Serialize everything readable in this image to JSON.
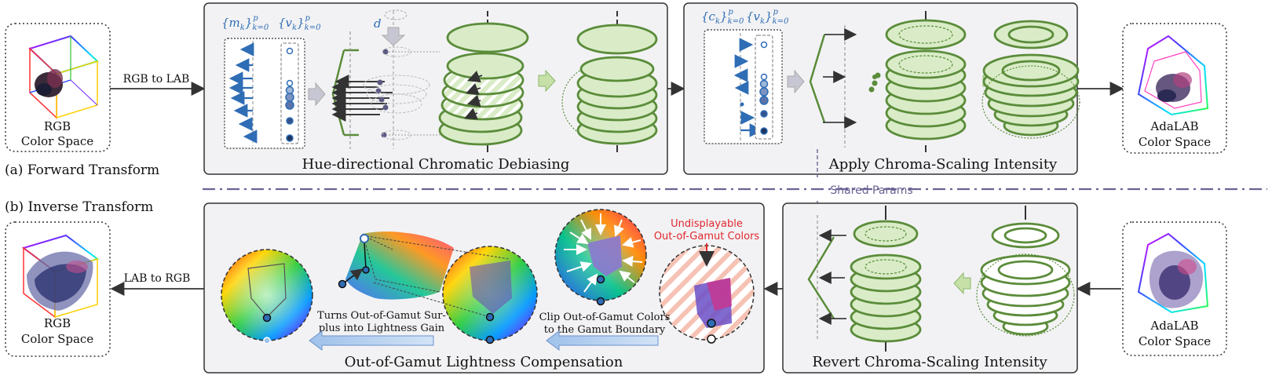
{
  "forward": {
    "section_label": "(a) Forward Transform",
    "input_space": [
      "RGB",
      "Color Space"
    ],
    "arrow_label": "RGB to LAB",
    "stage1_title": "Hue-directional Chromatic Debiasing",
    "stage1_params_m": "{m",
    "stage1_params_v": "{v",
    "stage1_d": "d",
    "stage2_title": "Apply Chroma-Scaling Intensity",
    "stage2_params_c": "{c",
    "stage2_params_v": "{v",
    "output_space": [
      "AdaLAB",
      "Color Space"
    ]
  },
  "shared_params": "Shared Params",
  "inverse": {
    "section_label": "(b) Inverse Transform",
    "input_space": [
      "AdaLAB",
      "Color Space"
    ],
    "stage1_title": "Revert Chroma-Scaling Intensity",
    "stage2_title": "Out-of-Gamut Lightness Compensation",
    "undisplayable": [
      "Undisplayable",
      "Out-of-Gamut Colors"
    ],
    "clip_caption": [
      "Clip Out-of-Gamut Colors",
      "to the Gamut Boundary"
    ],
    "surplus_caption": [
      "Turns Out-of-Gamut Sur-",
      "plus into Lightness Gain"
    ],
    "arrow_label": "LAB to RGB",
    "output_space": [
      "RGB",
      "Color Space"
    ]
  },
  "colors": {
    "green": "#5b8c3a",
    "light_green": "#cfe6b8",
    "blue": "#2f6db5",
    "panel_bg": "#f2f2f4",
    "dash_purple": "#6a6494",
    "red": "#e0282e"
  }
}
